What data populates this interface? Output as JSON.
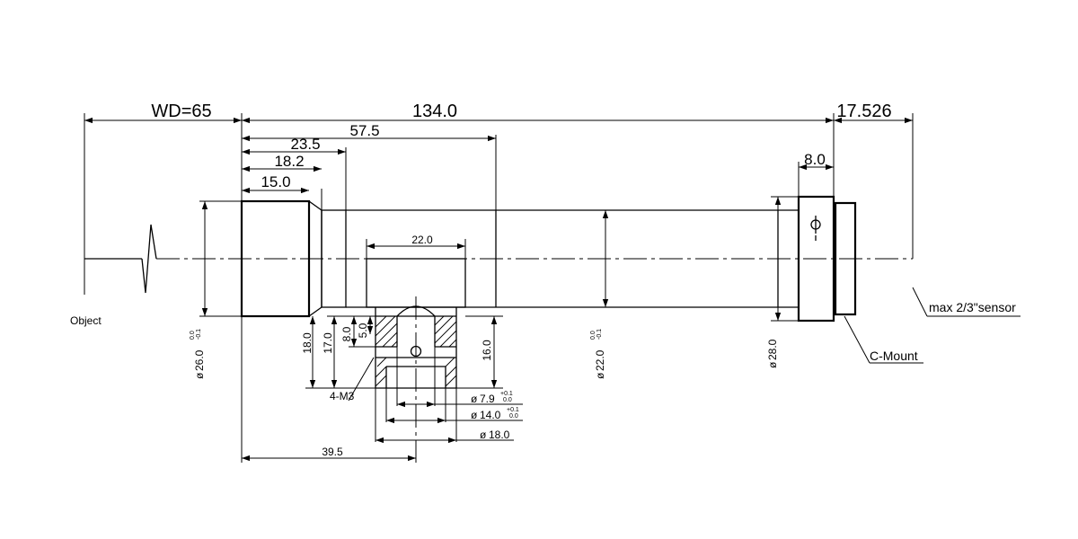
{
  "dimensions": {
    "wd": "WD=65",
    "total_length": "134.0",
    "back_focus": "17.526",
    "len_57_5": "57.5",
    "len_23_5": "23.5",
    "len_18_2": "18.2",
    "len_15_0": "15.0",
    "mount_width": "8.0",
    "clamp_width": "22.0",
    "clamp_offset": "39.5",
    "height_18": "18.0",
    "height_17": "17.0",
    "height_8": "8.0",
    "height_5": "5.0",
    "height_16": "16.0",
    "dia_front": "26.0",
    "dia_tube": "22.0",
    "dia_mount": "28.0",
    "hole_7_9": "7.9",
    "hole_14_0": "14.0",
    "hole_18_0": "18.0"
  },
  "tolerances": {
    "dia_front_upper": "0.0",
    "dia_front_lower": "-0.1",
    "dia_tube_upper": "0.0",
    "dia_tube_lower": "-0.1",
    "hole_7_9_upper": "+0.1",
    "hole_7_9_lower": "0.0",
    "hole_14_0_upper": "+0.1",
    "hole_14_0_lower": "0.0"
  },
  "symbols": {
    "diameter": "ø"
  },
  "labels": {
    "object": "Object",
    "sensor": "max 2/3\"sensor",
    "mount": "C-Mount",
    "screws": "4-M3"
  }
}
